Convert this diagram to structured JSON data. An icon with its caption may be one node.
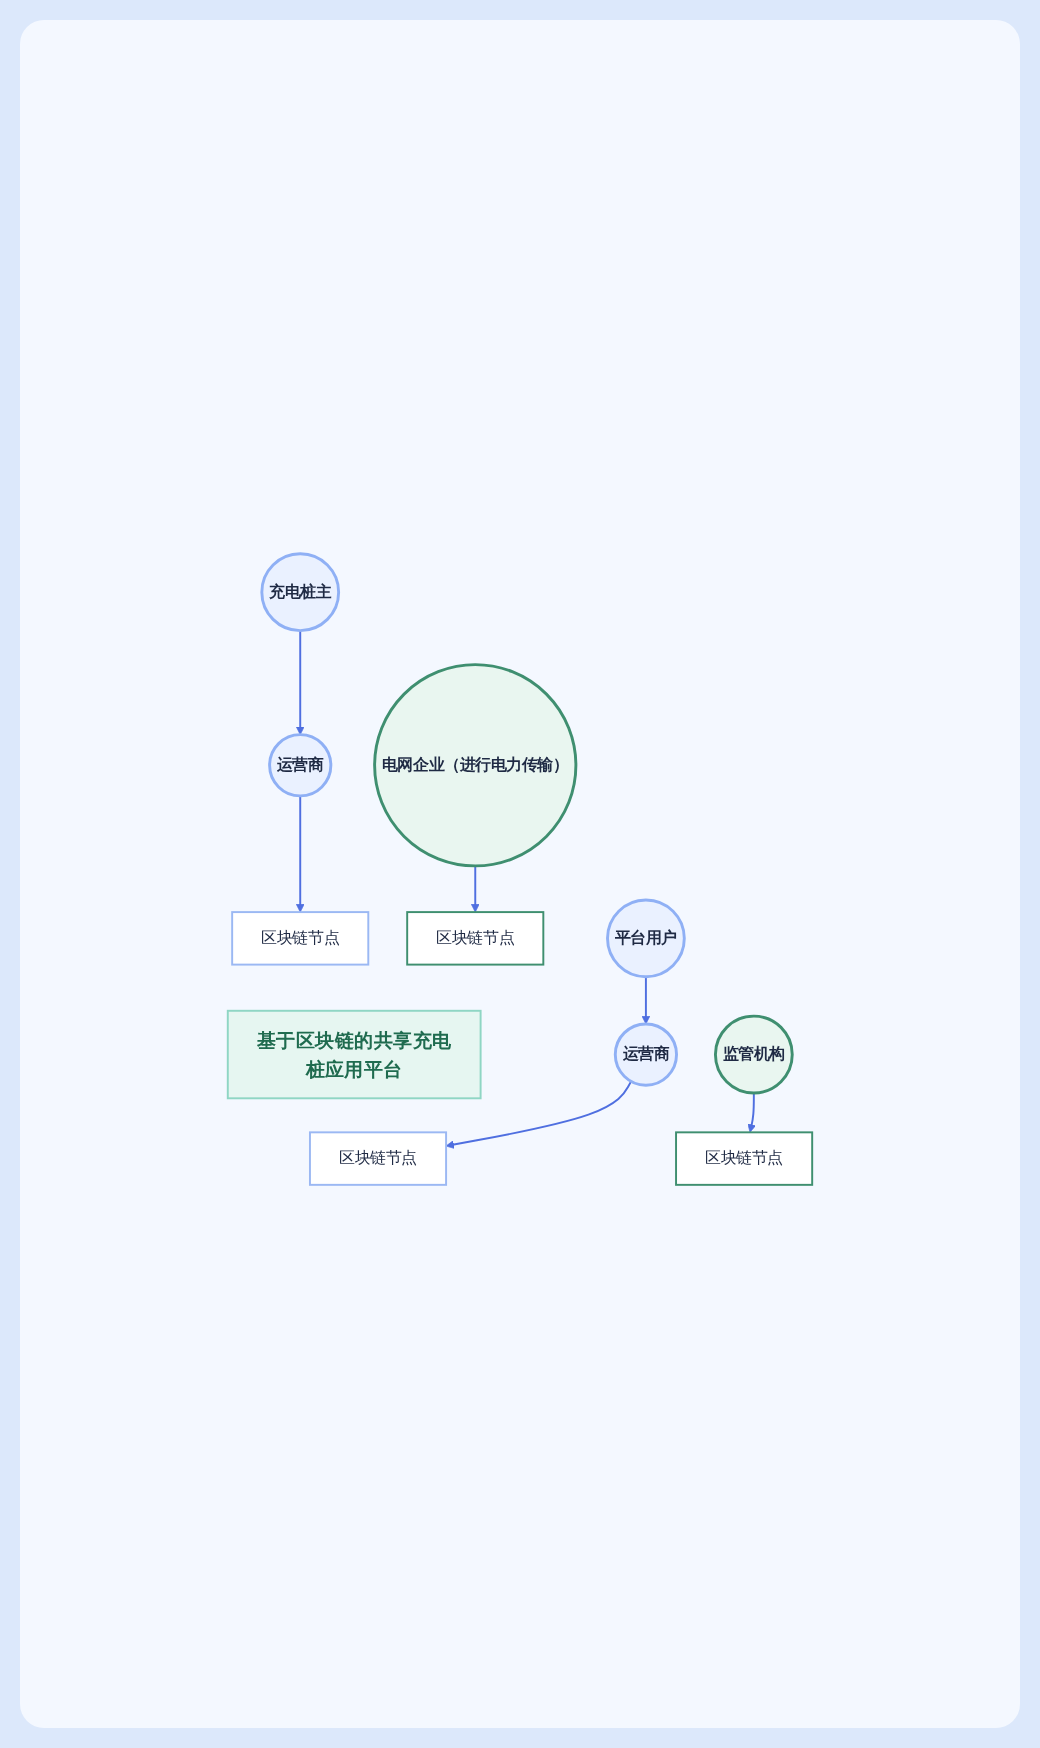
{
  "diagram": {
    "nodes": [
      {
        "text": [
          "充电桩主"
        ]
      },
      {
        "text": [
          "运营商"
        ]
      },
      {
        "text": [
          "区块链节点"
        ]
      },
      {
        "text": [
          "电网企业（进行电力传输）"
        ]
      },
      {
        "text": [
          "区块链节点"
        ]
      },
      {
        "text": [
          "基于区块链的共享充电桩应用平台"
        ]
      },
      {
        "text": [
          "区块链节点"
        ]
      },
      {
        "text": [
          "区块链节点"
        ]
      },
      {
        "text": [
          "运营商"
        ]
      },
      {
        "text": [
          "监管机构"
        ]
      },
      {
        "text": [
          "平台用户"
        ]
      }
    ],
    "edges": [
      {
        "from": 0,
        "to": 1,
        "arrow": "to"
      },
      {
        "from": 1,
        "to": 2,
        "arrow": "to"
      },
      {
        "from": 3,
        "to": 4,
        "arrow": "to"
      },
      {
        "from": 8,
        "to": 6,
        "arrow": "to"
      },
      {
        "from": 9,
        "to": 7,
        "arrow": "to"
      },
      {
        "from": 10,
        "to": 8,
        "arrow": "to"
      }
    ]
  }
}
